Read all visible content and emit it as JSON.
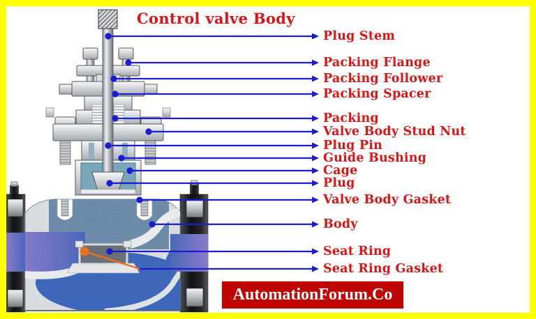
{
  "title": "Control valve Body",
  "watermark": {
    "text": "AutomationForum.Co",
    "bg": "#bf0404",
    "fg": "#ffffff"
  },
  "colors": {
    "frame_yellow": "#ffff00",
    "label_red": "#dc1414",
    "leader_blue": "#1c1ccd",
    "gasket_orange": "#e8731e"
  },
  "diagram": {
    "subject": "control-valve-body-cross-section"
  },
  "parts": [
    {
      "label": "Plug Stem"
    },
    {
      "label": "Packing Flange"
    },
    {
      "label": "Packing Follower"
    },
    {
      "label": "Packing Spacer"
    },
    {
      "label": "Packing"
    },
    {
      "label": "Valve Body Stud Nut"
    },
    {
      "label": "Plug Pin"
    },
    {
      "label": "Guide Bushing"
    },
    {
      "label": "Cage"
    },
    {
      "label": "Plug"
    },
    {
      "label": "Valve Body Gasket"
    },
    {
      "label": "Body"
    },
    {
      "label": "Seat Ring"
    },
    {
      "label": "Seat Ring Gasket"
    }
  ]
}
